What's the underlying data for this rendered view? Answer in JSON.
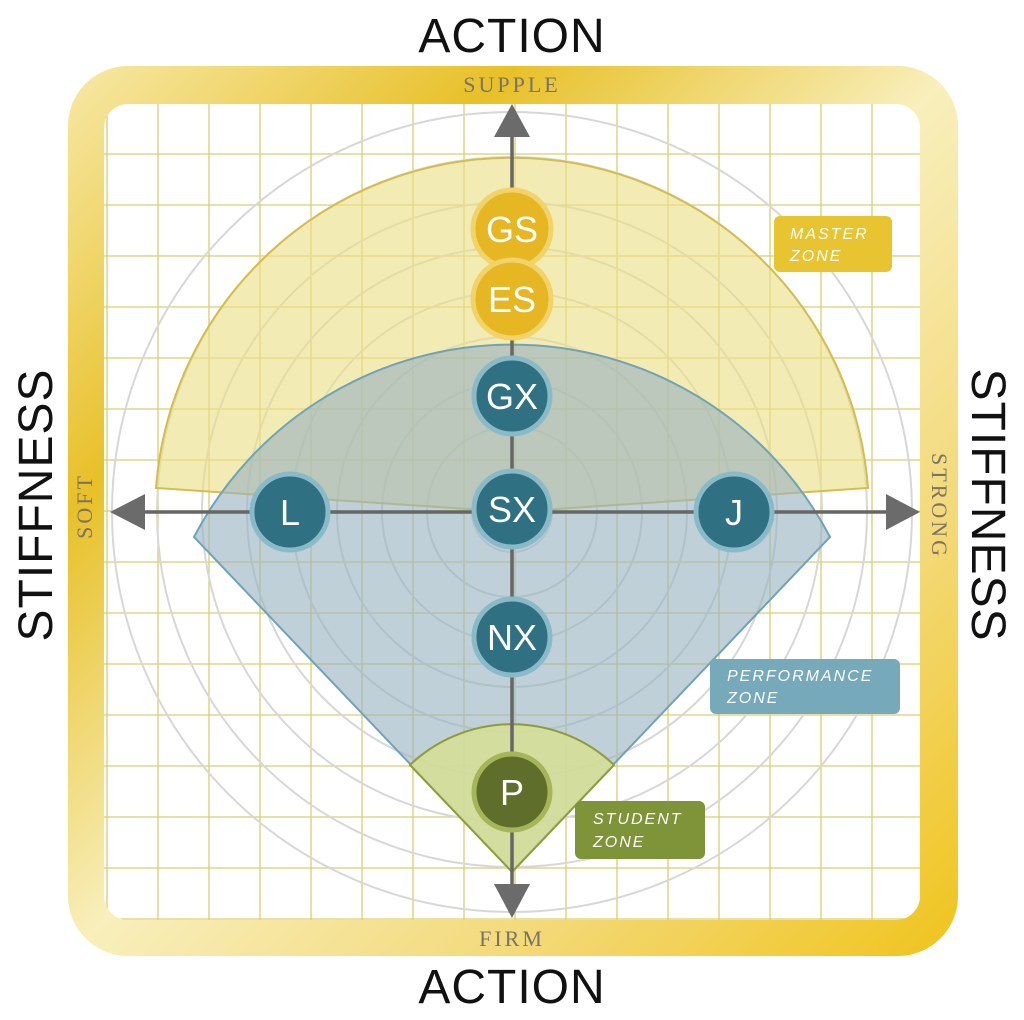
{
  "title_top": "ACTION",
  "title_bottom": "ACTION",
  "title_left": "STIFFNESS",
  "title_right": "STIFFNESS",
  "axis": {
    "top": "SUPPLE",
    "bottom": "FIRM",
    "left": "SOFT",
    "right": "STRONG"
  },
  "colors": {
    "frame_gold": "#e9c230",
    "grid": "#d9cc6a",
    "master_zone": "#ecdf86",
    "performance_zone": "#9fb8c4",
    "student_zone": "#c9d58c",
    "teal_node": "#2f7082",
    "gold_node": "#e6b722",
    "olive_node": "#5f6e2a",
    "arrow": "#6b6b6b"
  },
  "nodes": {
    "gs": "GS",
    "es": "ES",
    "gx": "GX",
    "sx": "SX",
    "l": "L",
    "j": "J",
    "nx": "NX",
    "p": "P"
  },
  "zones": {
    "master": [
      "MASTER",
      "ZONE"
    ],
    "performance": [
      "PERFORMANCE",
      "ZONE"
    ],
    "student": [
      "STUDENT",
      "ZONE"
    ]
  }
}
